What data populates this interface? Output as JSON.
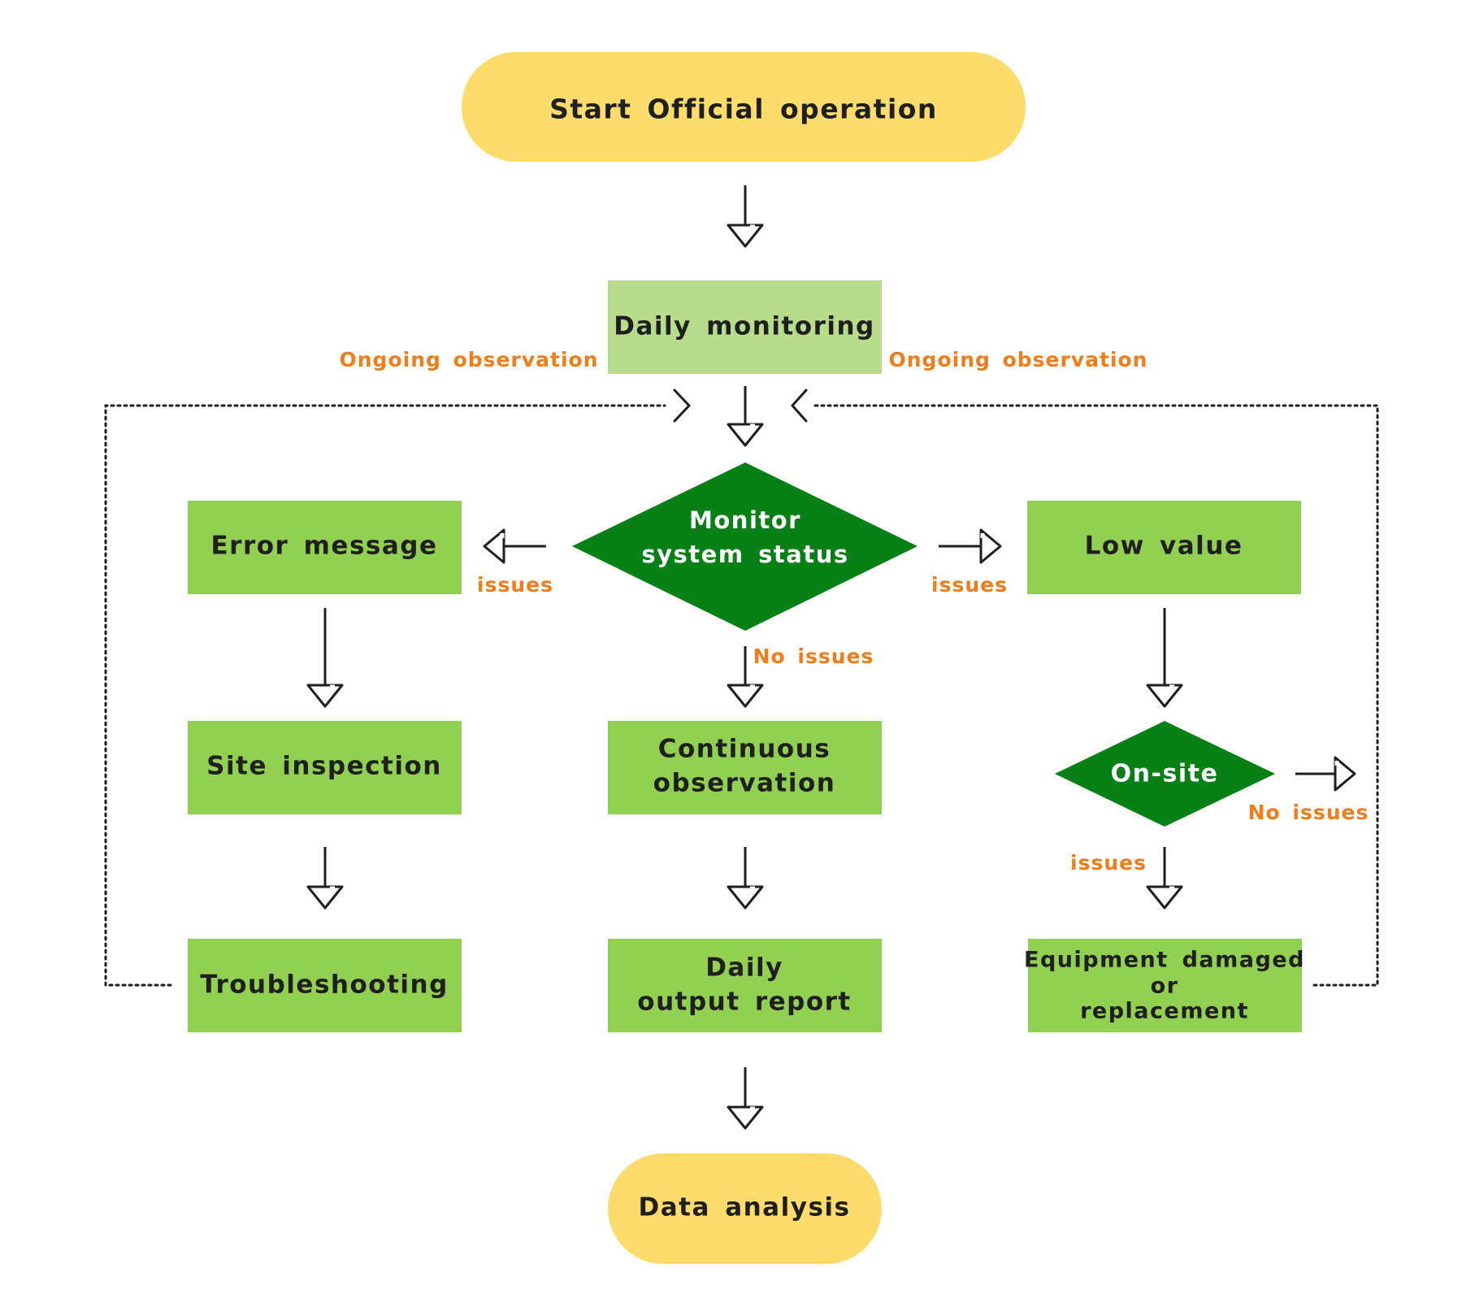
{
  "colors": {
    "terminal_fill": "#fddc6b",
    "daily_monitoring_fill": "#b7dc8c",
    "process_fill": "#92d051",
    "decision_fill": "#078016",
    "edge_label": "#f07d1a",
    "arrow": "#1f1f1f"
  },
  "nodes": {
    "start": "Start  Official  operation",
    "daily_monitoring": "Daily  monitoring",
    "monitor_status": [
      "Monitor",
      "system  status"
    ],
    "error_message": "Error  message",
    "low_value": "Low  value",
    "site_inspection": "Site  inspection",
    "continuous_observation": [
      "Continuous",
      "observation"
    ],
    "on_site": "On-site",
    "troubleshooting": "Troubleshooting",
    "daily_output_report": [
      "Daily",
      "output  report"
    ],
    "equipment_damaged": [
      "Equipment  damaged",
      "or",
      "replacement"
    ],
    "data_analysis": "Data  analysis"
  },
  "edge_labels": {
    "ongoing_left": "Ongoing  observation",
    "ongoing_right": "Ongoing  observation",
    "issues_left": "issues",
    "issues_right": "issues",
    "no_issues_center": "No  issues",
    "no_issues_onsite": "No  issues",
    "issues_onsite": "issues"
  }
}
